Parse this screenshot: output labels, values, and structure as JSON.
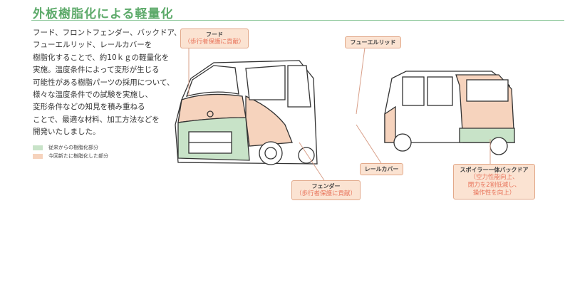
{
  "title": "外板樹脂化による軽量化",
  "body_lines": [
    "フード、フロントフェンダー、バックドア、",
    "フューエルリッド、レールカバーを",
    "樹脂化することで、約10ｋｇの軽量化を",
    "実施。温度条件によって変形が生じる",
    "可能性がある樹脂パーツの採用について、",
    "様々な温度条件での試験を実施し、",
    "変形条件などの知見を積み重ねる",
    "ことで、最適な材料、加工方法などを",
    "開発いたしました。"
  ],
  "legend": [
    {
      "label": "従来からの樹脂化部分",
      "color": "#c8e3c8"
    },
    {
      "label": "今回新たに樹脂化した部分",
      "color": "#f6d3bd"
    }
  ],
  "callouts": {
    "hood": {
      "title": "フード",
      "sub": "（歩行者保護に貢献）"
    },
    "fuel_lid": {
      "title": "フューエルリッド"
    },
    "rail_cover": {
      "title": "レールカバー"
    },
    "fender": {
      "title": "フェンダー",
      "sub": "（歩行者保護に貢献）"
    },
    "back_door": {
      "title": "スポイラー一体バックドア",
      "sub": [
        "（空力性能向上、",
        "閉力を2割低減し、",
        "操作性を向上）"
      ]
    }
  }
}
